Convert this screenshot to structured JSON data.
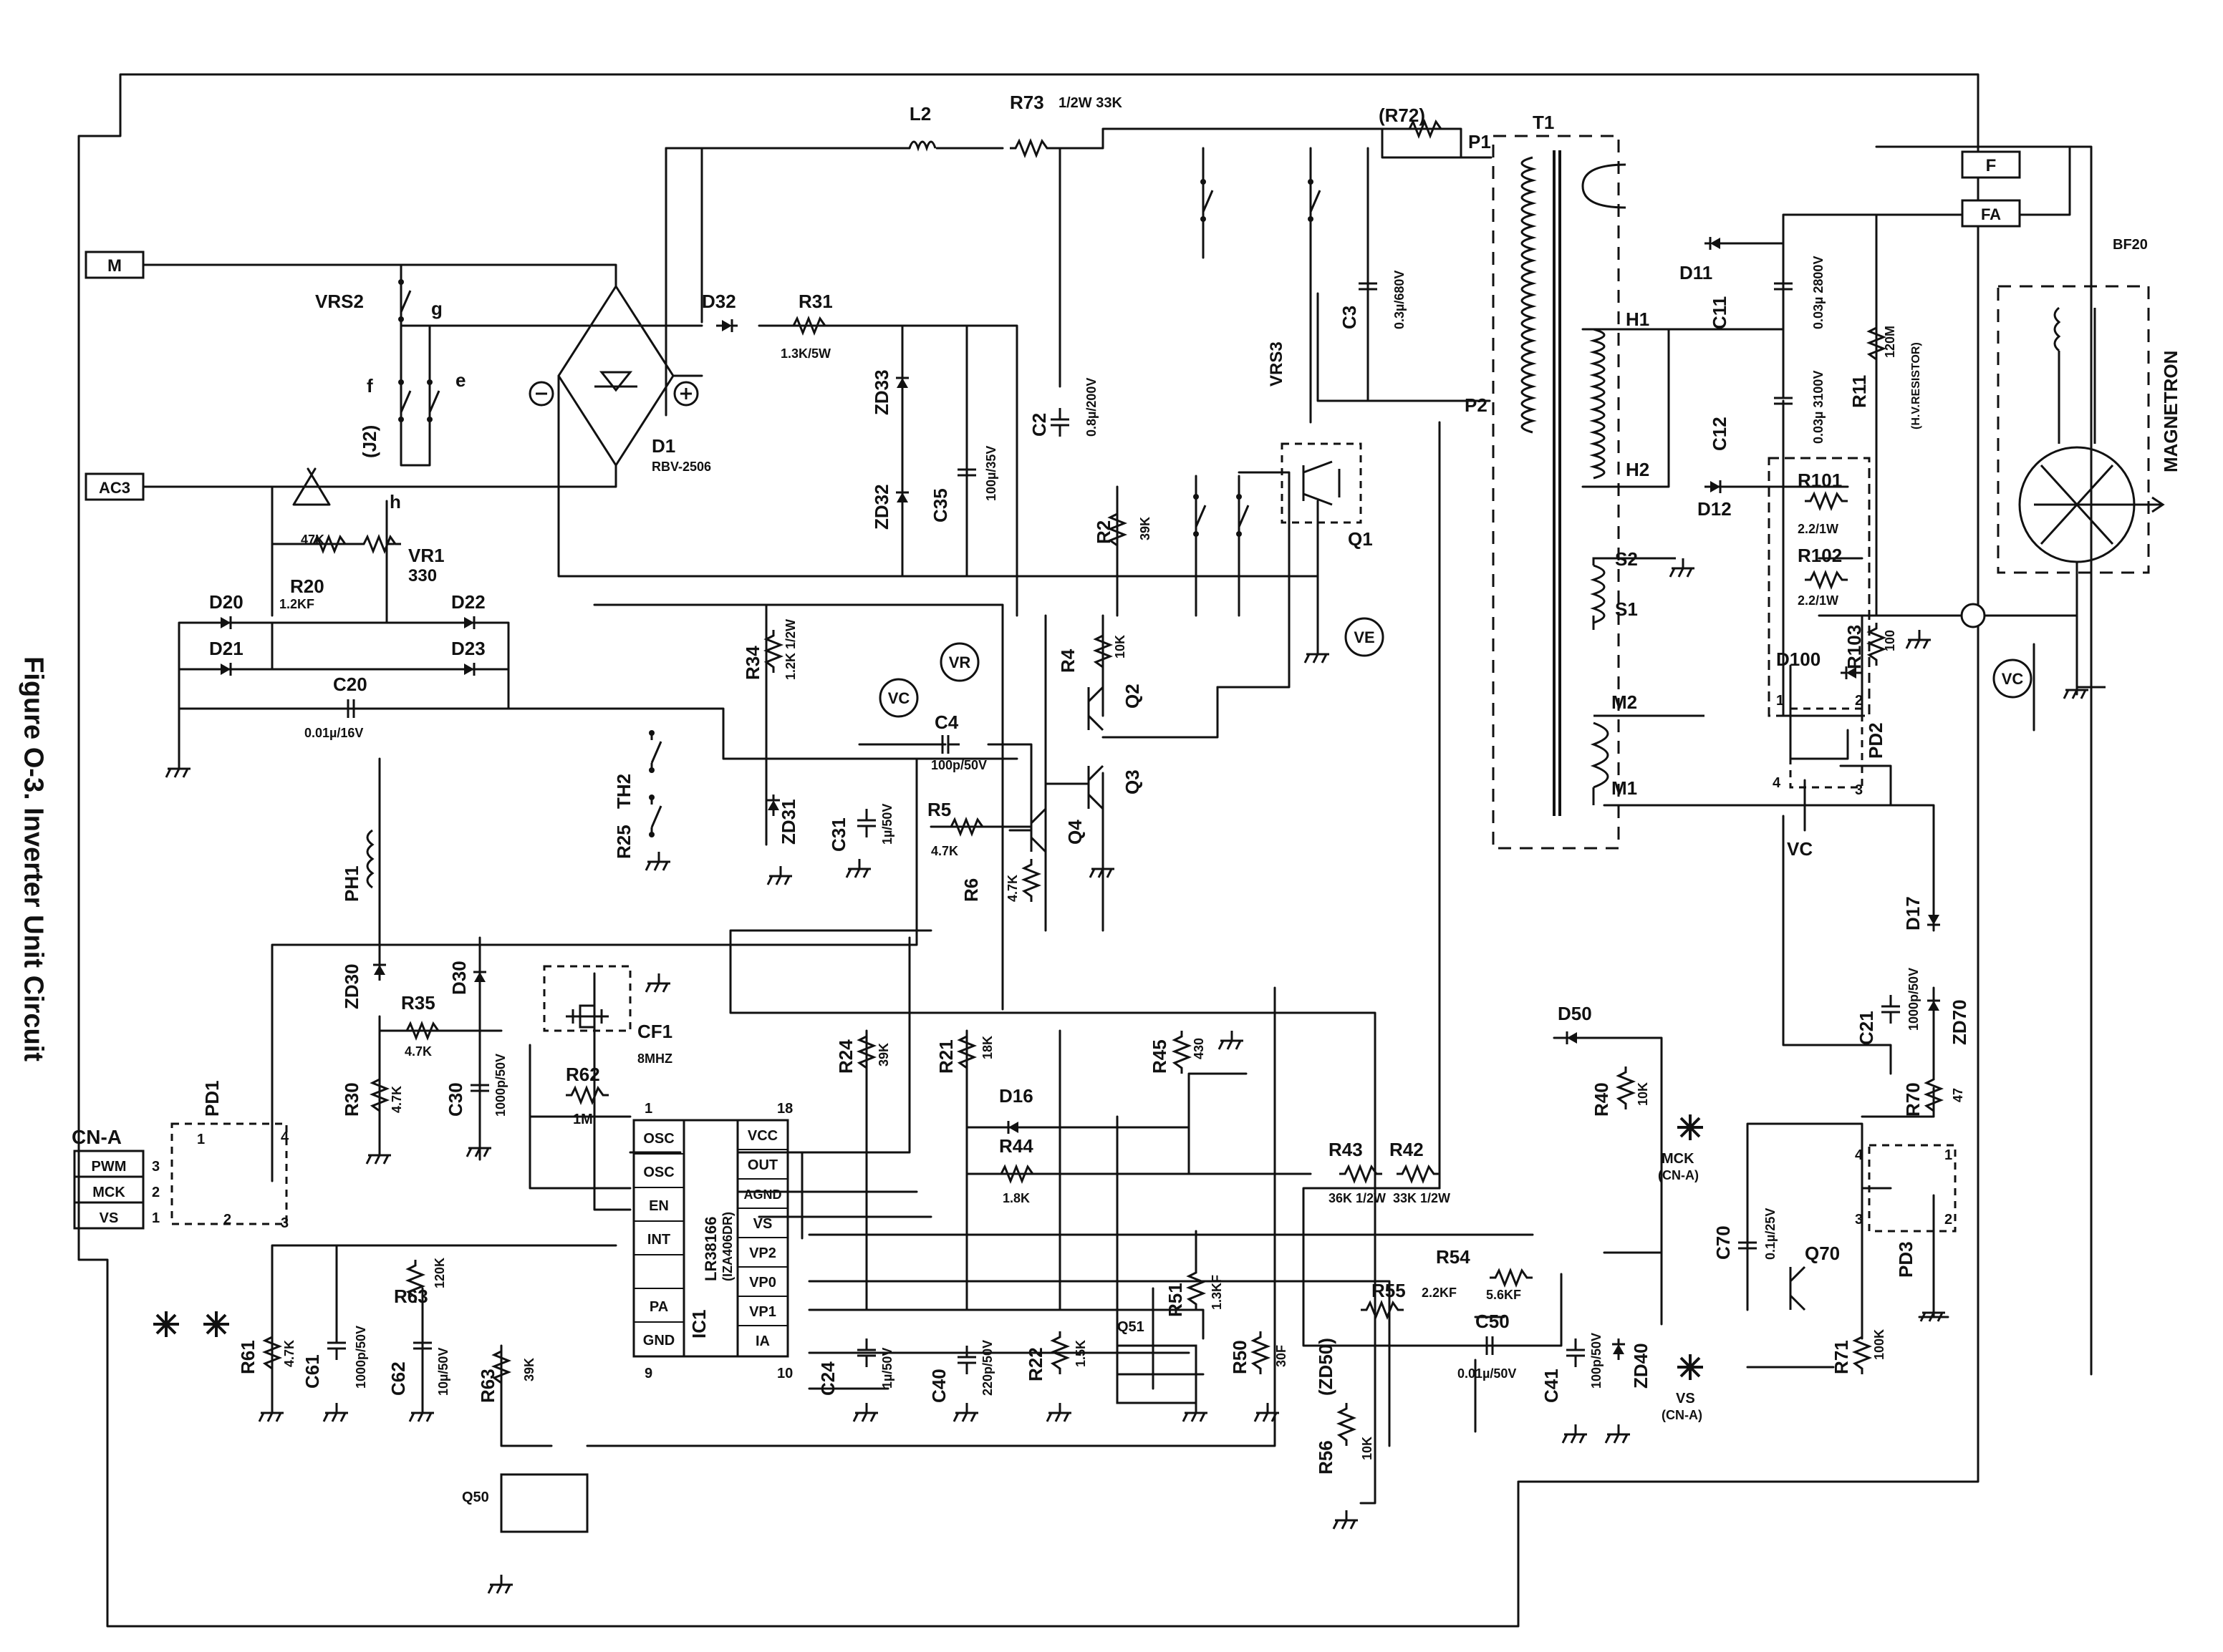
{
  "figure": {
    "caption": "Figure O-3. Inverter Unit Circuit"
  },
  "connectors": {
    "M": "M",
    "AC3": "AC3",
    "F": "F",
    "FA": "FA",
    "BF20": "BF20",
    "cna_title": "CN-A",
    "cna_pins": [
      "PWM",
      "MCK",
      "VS"
    ],
    "mck_ref": "MCK",
    "mck_ref_sub": "(CN-A)",
    "vs_ref": "VS",
    "vs_ref_sub": "(CN-A)"
  },
  "test_points": {
    "VR": "VR",
    "VC": "VC",
    "VE": "VE"
  },
  "switches": {
    "vrs2": "VRS2",
    "vrs3": "VRS3",
    "g": "g",
    "f": "f",
    "e": "e",
    "j2": "(J2)",
    "h": "h"
  },
  "power": {
    "L2": "L2",
    "R73": "R73",
    "R73_val": "1/2W 33K",
    "D32": "D32",
    "R31": "R31",
    "R31_val": "1.3K/5W",
    "D1": "D1",
    "D1_val": "RBV-2506",
    "ZD33": "ZD33",
    "ZD32": "ZD32",
    "C35": "C35",
    "C35_val": "100µ/35V",
    "C2": "C2",
    "C2_val": "0.8µ/200V",
    "R72": "(R72)",
    "C3": "C3",
    "C3_val": "0.3µ/680V",
    "Q1": "Q1",
    "R2": "R2",
    "R2_val": "39K"
  },
  "transformer": {
    "T1": "T1",
    "P1": "P1",
    "P2": "P2",
    "H1": "H1",
    "H2": "H2",
    "S1": "S1",
    "S2": "S2",
    "M1": "M1",
    "M2": "M2"
  },
  "hv": {
    "D11": "D11",
    "C11": "C11",
    "C11_val": "0.03µ 2800V",
    "C12": "C12",
    "C12_val": "0.03µ 3100V",
    "D12": "D12",
    "R11": "R11",
    "R11_val": "120M",
    "R11_note": "(H.V.RESISTOR)",
    "R101": "R101",
    "R101_val": "2.2/1W",
    "R102": "R102",
    "R102_val": "2.2/1W",
    "R103": "R103",
    "R103_val": "100",
    "D100": "D100",
    "PD2": "PD2",
    "magnetron": "MAGNETRON"
  },
  "left": {
    "VR1": "VR1",
    "VR1_val": "330",
    "R20": "R20",
    "R20_val": "1.2KF",
    "R47k": "47K",
    "D20": "D20",
    "D21": "D21",
    "D22": "D22",
    "D23": "D23",
    "C20": "C20",
    "C20_val": "0.01µ/16V",
    "TH2": "TH2",
    "R25": "R25",
    "PH1": "PH1"
  },
  "driver": {
    "R34": "R34",
    "R34_val": "1.2K 1/2W",
    "ZD31": "ZD31",
    "C31": "C31",
    "C31_val": "1µ/50V",
    "C4": "C4",
    "C4_val": "100p/50V",
    "R5": "R5",
    "R5_val": "4.7K",
    "R6": "R6",
    "R6_val": "4.7K",
    "R4": "R4",
    "R4_val": "10K",
    "Q2": "Q2",
    "Q3": "Q3",
    "Q4": "Q4"
  },
  "ic": {
    "IC1": "IC1",
    "part": "LR38166",
    "part2": "(IZA406DR)",
    "left_pins": [
      "OSC",
      "OSC",
      "EN",
      "INT",
      "",
      "PA",
      "GND"
    ],
    "right_pins": [
      "VCC",
      "OUT",
      "AGND",
      "VS",
      "VP2",
      "VP0",
      "VP1",
      "IA"
    ],
    "pin1": "1",
    "pin9": "9",
    "pin18": "18",
    "pin10": "10"
  },
  "osc": {
    "CF1": "CF1",
    "CF1_val": "8MHZ",
    "R62": "R62",
    "R62_val": "1M"
  },
  "lower": {
    "ZD30": "ZD30",
    "D30": "D30",
    "R35": "R35",
    "R35_val": "4.7K",
    "R30": "R30",
    "R30_val": "4.7K",
    "C30": "C30",
    "C30_val": "1000p/50V",
    "PD1": "PD1",
    "R61": "R61",
    "R61_val": "4.7K",
    "C61": "C61",
    "C61_val": "1000p/50V",
    "R63a": "R63",
    "R63a_val": "120K",
    "C62": "C62",
    "C62_val": "10µ/50V",
    "R63b": "R63",
    "R63b_val": "39K",
    "Q50": "Q50",
    "R24": "R24",
    "R24_val": "39K",
    "R21": "R21",
    "R21_val": "18K",
    "D16": "D16",
    "R44": "R44",
    "R44_val": "1.8K",
    "R45": "R45",
    "R45_val": "430",
    "R43": "R43",
    "R43_val": "36K 1/2W",
    "R42": "R42",
    "R42_val": "33K 1/2W",
    "C24": "C24",
    "C24_val": "1µ/50V",
    "C40": "C40",
    "C40_val": "220p/50V",
    "R22": "R22",
    "R22_val": "1.5K",
    "Q51": "Q51",
    "R51": "R51",
    "R51_val": "1.3KF",
    "R50": "R50",
    "R50_val": "30F",
    "R54": "R54",
    "R54_val": "5.6KF",
    "R55": "R55",
    "R55_val": "2.2KF",
    "C50": "C50",
    "C50_val": "0.01µ/50V",
    "ZD50": "(ZD50)",
    "R56": "R56",
    "R56_val": "10K",
    "D50": "D50",
    "R40": "R40",
    "R40_val": "10K",
    "C41": "C41",
    "C41_val": "100p/50V",
    "ZD40": "ZD40",
    "C70": "C70",
    "C70_val": "0.1µ/25V",
    "Q70": "Q70",
    "R71": "R71",
    "R71_val": "100K",
    "PD3": "PD3",
    "R70": "R70",
    "R70_val": "47",
    "C21": "C21",
    "C21_val": "1000p/50V",
    "D17": "D17",
    "ZD70": "ZD70"
  },
  "pins": {
    "n1": "1",
    "n2": "2",
    "n3": "3",
    "n4": "4"
  }
}
